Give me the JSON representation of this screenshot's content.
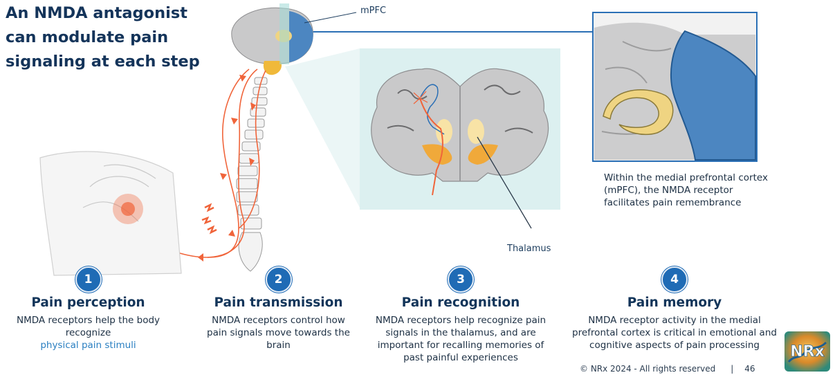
{
  "title_lines": [
    "An NMDA antagonist",
    "can modulate pain",
    "signaling at each step"
  ],
  "labels": {
    "mpfc": "mPFC",
    "thalamus": "Thalamus"
  },
  "caption": "Within the medial prefrontal cortex (mPFC), the NMDA receptor facilitates pain remembrance",
  "steps": [
    {
      "number": "1",
      "title": "Pain perception",
      "text": "NMDA receptors help the body recognize",
      "highlight": "physical pain stimuli"
    },
    {
      "number": "2",
      "title": "Pain transmission",
      "text": "NMDA receptors control how pain signals move towards the brain"
    },
    {
      "number": "3",
      "title": "Pain recognition",
      "text": "NMDA receptors help recognize pain signals in the thalamus, and are important for recalling memories of past painful experiences"
    },
    {
      "number": "4",
      "title": "Pain memory",
      "text": "NMDA receptor activity in the medial prefrontal cortex is critical in emotional and cognitive aspects of pain processing"
    }
  ],
  "footer": {
    "copyright": "© NRx 2024 - All rights reserved",
    "separator": "|",
    "page": "46"
  },
  "logo": {
    "text": "NRx"
  },
  "colors": {
    "brand_blue": "#1f6bb5",
    "title_navy": "#14345a",
    "signal_orange": "#f0643a",
    "cortex_blue": "#4c86c1",
    "brain_gray": "#c9c9ca",
    "panel_teal": "#dcf0f0",
    "thalamus_yellow": "#f8e3a6"
  }
}
